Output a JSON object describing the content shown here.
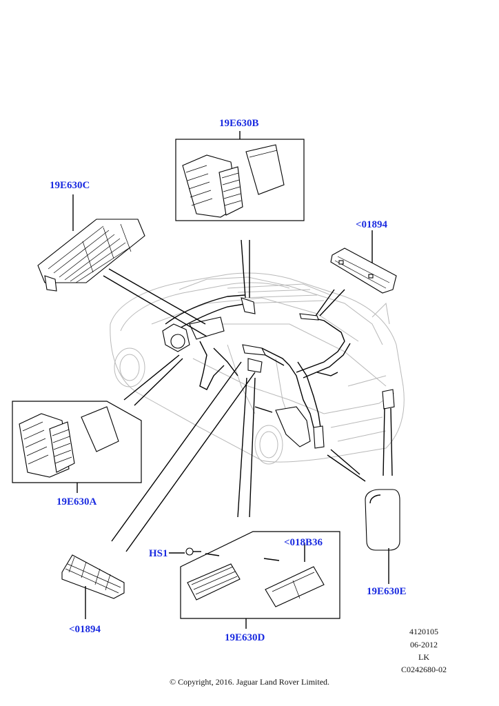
{
  "diagram": {
    "title_type": "Parts illustration - Air vents / ventilation grilles",
    "accent_color": "#1a2be0",
    "callouts": {
      "vent_b": "19E630B",
      "vent_c": "19E630C",
      "vent_top_right": "<01894",
      "vent_a": "19E630A",
      "vent_bottom_left": "<01894",
      "screw": "HS1",
      "clip": "<018B36",
      "vent_d": "19E630D",
      "vent_e": "19E630E"
    },
    "meta": {
      "code": "4120105",
      "date": "06-2012",
      "initials": "LK",
      "ref": "C0242680-02"
    },
    "copyright": "© Copyright, 2016. Jaguar Land Rover Limited."
  }
}
